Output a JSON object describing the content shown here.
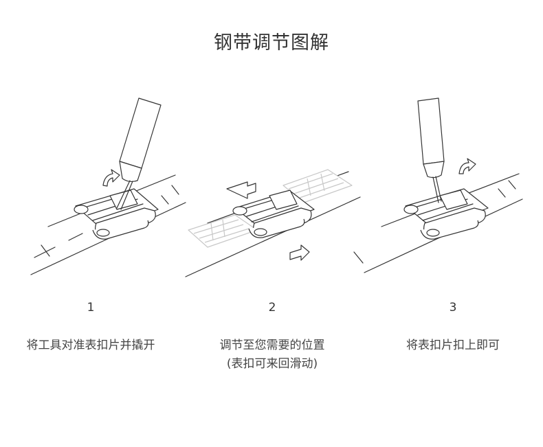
{
  "title": "钢带调节图解",
  "steps": [
    {
      "number": "1",
      "caption": "将工具对准表扣片并撬开"
    },
    {
      "number": "2",
      "caption": "调节至您需要的位置",
      "note": "(表扣可来回滑动)"
    },
    {
      "number": "3",
      "caption": "将表扣片扣上即可"
    }
  ],
  "colors": {
    "line": "#333333",
    "ghost": "#c8c8c8",
    "text": "#444444"
  },
  "icons": [
    "tool-icon",
    "rotate-arrow-icon",
    "arrow-left-icon",
    "arrow-right-icon"
  ]
}
